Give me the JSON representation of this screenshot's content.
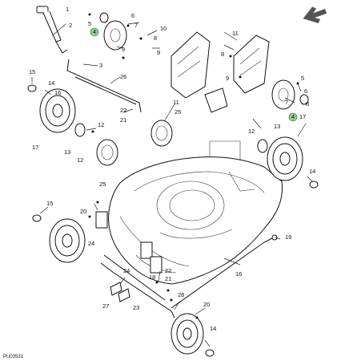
{
  "figure_code": "PU03531",
  "highlight_color": "#8fd18f",
  "callouts": [
    {
      "id": "c1",
      "text": "1"
    },
    {
      "id": "c2",
      "text": "2"
    },
    {
      "id": "c3",
      "text": "3"
    },
    {
      "id": "c4a",
      "text": "4"
    },
    {
      "id": "c4b",
      "text": "4"
    },
    {
      "id": "c5a",
      "text": "5"
    },
    {
      "id": "c5b",
      "text": "5"
    },
    {
      "id": "c6a",
      "text": "6"
    },
    {
      "id": "c6b",
      "text": "6"
    },
    {
      "id": "c7a",
      "text": "7"
    },
    {
      "id": "c7b",
      "text": "7"
    },
    {
      "id": "c8a",
      "text": "8"
    },
    {
      "id": "c8b",
      "text": "8"
    },
    {
      "id": "c8c",
      "text": "8"
    },
    {
      "id": "c9a",
      "text": "9"
    },
    {
      "id": "c9b",
      "text": "9"
    },
    {
      "id": "c9c",
      "text": "9"
    },
    {
      "id": "c10",
      "text": "10"
    },
    {
      "id": "c11a",
      "text": "11"
    },
    {
      "id": "c11b",
      "text": "11"
    },
    {
      "id": "c12a",
      "text": "12"
    },
    {
      "id": "c12b",
      "text": "12"
    },
    {
      "id": "c12c",
      "text": "12"
    },
    {
      "id": "c13a",
      "text": "13"
    },
    {
      "id": "c13b",
      "text": "13"
    },
    {
      "id": "c14a",
      "text": "14"
    },
    {
      "id": "c14b",
      "text": "14"
    },
    {
      "id": "c14c",
      "text": "14"
    },
    {
      "id": "c15a",
      "text": "15"
    },
    {
      "id": "c15b",
      "text": "15"
    },
    {
      "id": "c16a",
      "text": "16"
    },
    {
      "id": "c16b",
      "text": "16"
    },
    {
      "id": "c17a",
      "text": "17"
    },
    {
      "id": "c17b",
      "text": "17"
    },
    {
      "id": "c18",
      "text": "18"
    },
    {
      "id": "c19",
      "text": "19"
    },
    {
      "id": "c20a",
      "text": "20"
    },
    {
      "id": "c20b",
      "text": "20"
    },
    {
      "id": "c21a",
      "text": "21"
    },
    {
      "id": "c21b",
      "text": "21"
    },
    {
      "id": "c22a",
      "text": "22"
    },
    {
      "id": "c22b",
      "text": "22"
    },
    {
      "id": "c23",
      "text": "23"
    },
    {
      "id": "c24a",
      "text": "24"
    },
    {
      "id": "c24b",
      "text": "24"
    },
    {
      "id": "c25a",
      "text": "25"
    },
    {
      "id": "c25b",
      "text": "25"
    },
    {
      "id": "c26",
      "text": "26"
    },
    {
      "id": "c27",
      "text": "27"
    },
    {
      "id": "c28",
      "text": "28"
    }
  ]
}
